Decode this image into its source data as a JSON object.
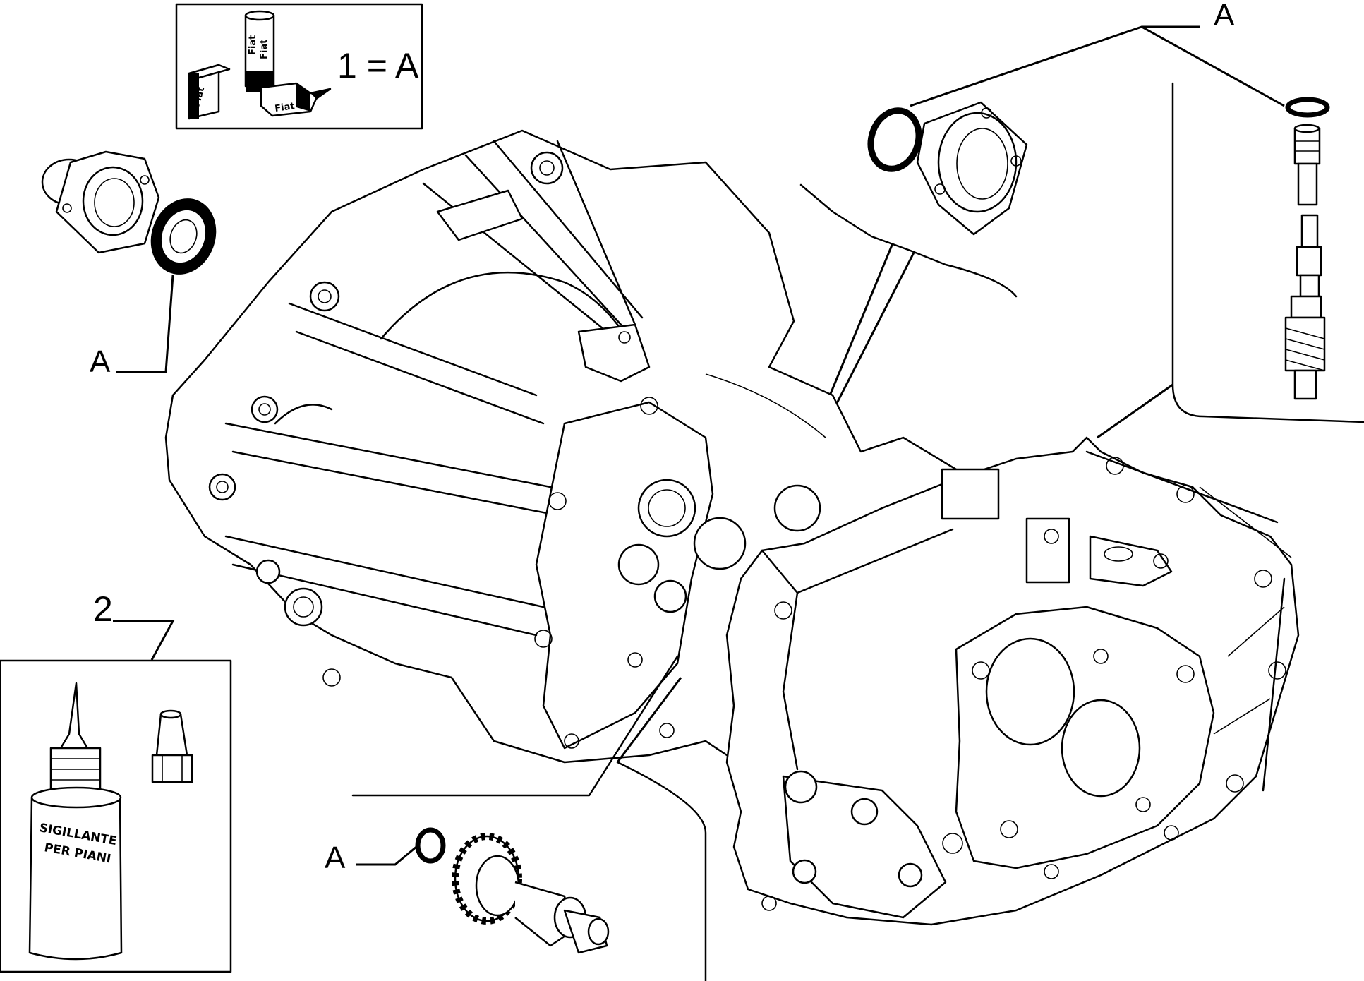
{
  "legend_box": {
    "equation": "1 = A",
    "brand": "Fiat"
  },
  "sealant_box": {
    "callout": "2",
    "bottle_text_line1": "SIGILLANTE",
    "bottle_text_line2": "PER PIANI"
  },
  "callouts": {
    "label_top_right": "A",
    "label_left_seal": "A",
    "label_bottom_gear": "A"
  }
}
